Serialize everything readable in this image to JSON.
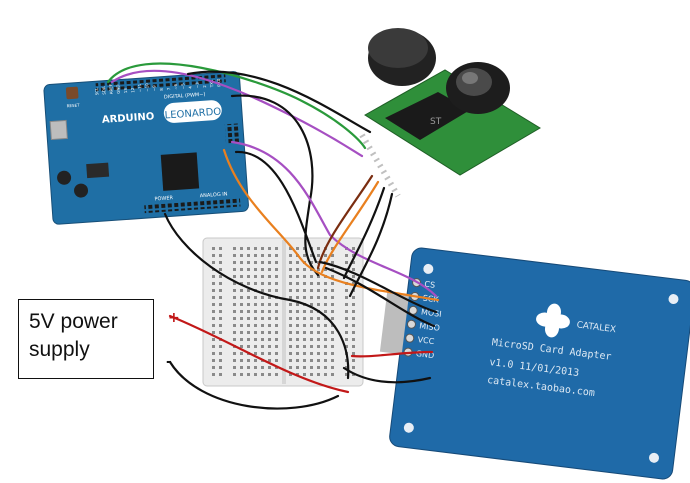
{
  "supply_label": {
    "line1": "5V power",
    "line2": "supply"
  },
  "board": {
    "brand": "ARDUINO",
    "model": "LEONARDO",
    "reset": "RESET",
    "header_top": "DIGITAL (PWM~)",
    "power": "POWER",
    "analog": "ANALOG IN",
    "pins": [
      "SCL",
      "SDA",
      "AREF",
      "GND",
      "13",
      "12",
      "~11",
      "~10",
      "~9",
      "8",
      "7",
      "~6",
      "~5",
      "4",
      "~3",
      "2",
      "TX1",
      "RX0"
    ]
  },
  "camera": {
    "chip": "ST"
  },
  "sd_adapter": {
    "pins": [
      "CS",
      "SCK",
      "MOSI",
      "MISO",
      "VCC",
      "GND"
    ],
    "brand": "CATALEX",
    "title": "MicroSD Card Adapter",
    "version": "v1.0 11/01/2013",
    "website": "catalex.taobao.com"
  },
  "polarity": {
    "plus": "+",
    "minus": "-"
  },
  "colors": {
    "board_blue": "#1f6fa5",
    "sd_blue": "#1f6aa8",
    "camera_green": "#2f8f3a",
    "wire_black": "#111111",
    "wire_red": "#c21818",
    "wire_orange": "#e9801f",
    "wire_purple": "#a64fc2",
    "wire_green": "#2a9a3b",
    "wire_brown": "#7a2d10"
  }
}
